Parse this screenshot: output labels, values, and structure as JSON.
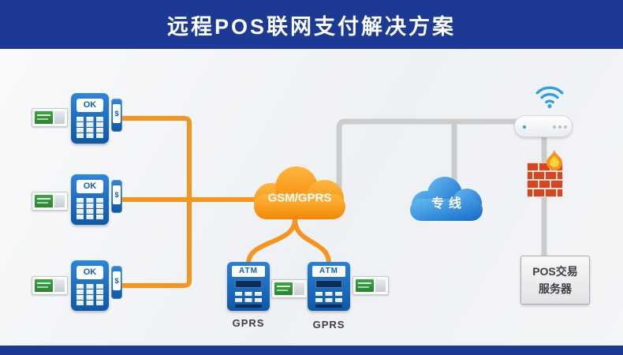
{
  "page": {
    "title": "远程POS联网支付解决方案"
  },
  "colors": {
    "banner_bg": "#1c3a94",
    "line_orange": "#f7941e",
    "line_gray": "#cbcbcb",
    "device_blue": "#1266c0",
    "cloud_orange": "#f79410",
    "cloud_blue": "#2a8fe0"
  },
  "diagram": {
    "pos_terminals": [
      {
        "screen_text": "OK",
        "card_symbol": "$"
      },
      {
        "screen_text": "OK",
        "card_symbol": "$"
      },
      {
        "screen_text": "OK",
        "card_symbol": "$"
      }
    ],
    "gsm_cloud_label": "GSM/GPRS",
    "dedicated_cloud_label": "专线",
    "atms": [
      {
        "label": "ATM",
        "caption": "GPRS"
      },
      {
        "label": "ATM",
        "caption": "GPRS"
      }
    ],
    "server": {
      "line1": "POS交易",
      "line2": "服务器"
    }
  }
}
